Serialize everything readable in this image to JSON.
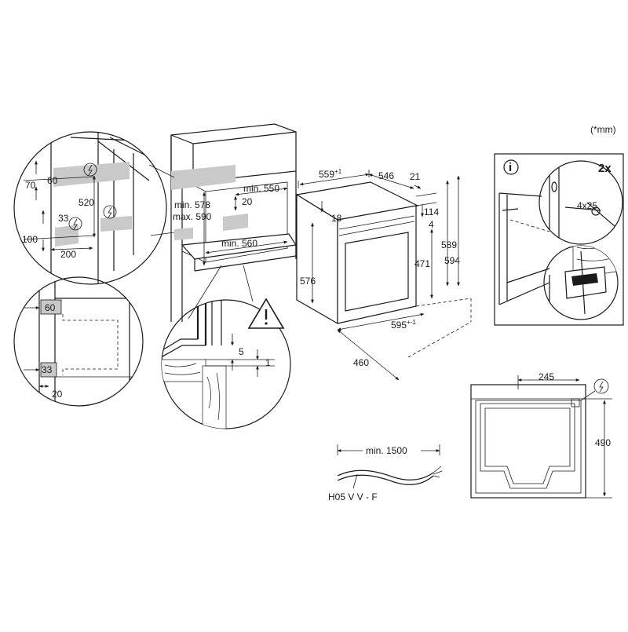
{
  "units_note": "(*mm)",
  "niche_detail": {
    "d70": "70",
    "d60": "60",
    "d520": "520",
    "d33": "33",
    "d100": "100",
    "d200": "200"
  },
  "cabinet": {
    "min_578": "min. 578",
    "max_590": "max. 590",
    "min_550": "min. 550",
    "d20": "20",
    "min_560": "min. 560"
  },
  "corner_detail": {
    "d60": "60",
    "d33": "33",
    "d20": "20"
  },
  "gap_detail": {
    "d5": "5",
    "d1": "1"
  },
  "oven": {
    "d559": "559",
    "d559_tol": "+1",
    "d546": "546",
    "d21": "21",
    "d18": "18",
    "d114": "114",
    "d4": "4",
    "d589": "589",
    "d594": "594",
    "d576": "576",
    "d471": "471",
    "d595": "595",
    "d595_tol": "+-1",
    "d460": "460"
  },
  "fixing": {
    "qty": "2x",
    "screw": "4x25"
  },
  "cable": {
    "length": "min. 1500",
    "type": "H05 V V - F"
  },
  "back_view": {
    "d245": "245",
    "d490": "490"
  }
}
